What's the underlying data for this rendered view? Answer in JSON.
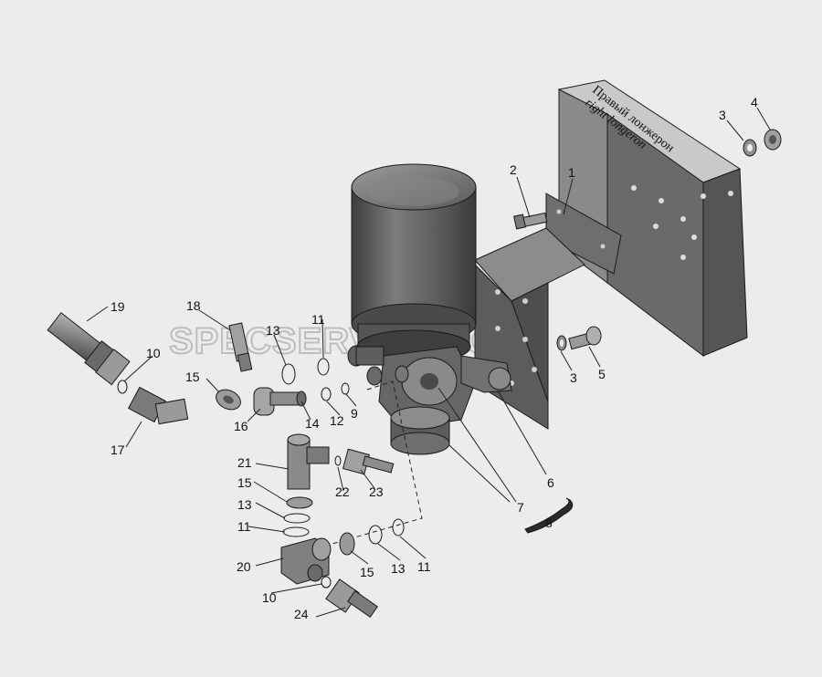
{
  "longeron_label": {
    "ru": "Правый лонжерон",
    "en": "right longeron"
  },
  "watermark": "SPECSERVER.COM",
  "callouts": [
    {
      "id": "c1",
      "text": "1"
    },
    {
      "id": "c2",
      "text": "2"
    },
    {
      "id": "c3a",
      "text": "3"
    },
    {
      "id": "c4",
      "text": "4"
    },
    {
      "id": "c3b",
      "text": "3"
    },
    {
      "id": "c5",
      "text": "5"
    },
    {
      "id": "c6",
      "text": "6"
    },
    {
      "id": "c7",
      "text": "7"
    },
    {
      "id": "c8",
      "text": "8"
    },
    {
      "id": "c9",
      "text": "9"
    },
    {
      "id": "c10a",
      "text": "10"
    },
    {
      "id": "c10b",
      "text": "10"
    },
    {
      "id": "c11a",
      "text": "11"
    },
    {
      "id": "c11b",
      "text": "11"
    },
    {
      "id": "c11c",
      "text": "11"
    },
    {
      "id": "c12",
      "text": "12"
    },
    {
      "id": "c13a",
      "text": "13"
    },
    {
      "id": "c13b",
      "text": "13"
    },
    {
      "id": "c13c",
      "text": "13"
    },
    {
      "id": "c14",
      "text": "14"
    },
    {
      "id": "c15a",
      "text": "15"
    },
    {
      "id": "c15b",
      "text": "15"
    },
    {
      "id": "c15c",
      "text": "15"
    },
    {
      "id": "c16",
      "text": "16"
    },
    {
      "id": "c17",
      "text": "17"
    },
    {
      "id": "c18",
      "text": "18"
    },
    {
      "id": "c19",
      "text": "19"
    },
    {
      "id": "c20",
      "text": "20"
    },
    {
      "id": "c21",
      "text": "21"
    },
    {
      "id": "c22",
      "text": "22"
    },
    {
      "id": "c23",
      "text": "23"
    },
    {
      "id": "c24",
      "text": "24"
    }
  ],
  "colors": {
    "background": "#ececec",
    "part_dark": "#5a5a5a",
    "part_mid": "#7a7a7a",
    "part_light": "#a5a5a5",
    "longeron_top": "#c8c8c8"
  }
}
